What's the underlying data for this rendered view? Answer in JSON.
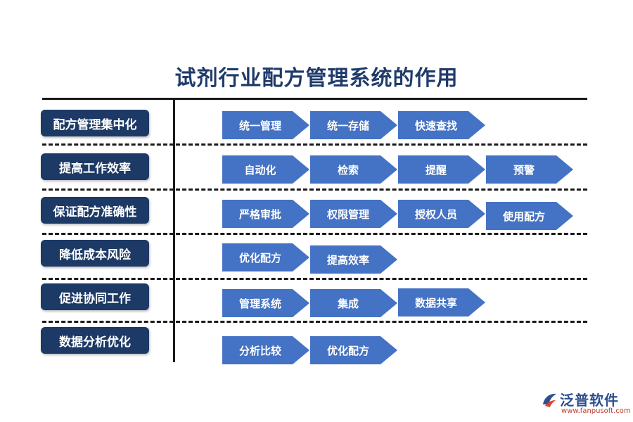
{
  "title": "试剂行业配方管理系统的作用",
  "rows": [
    {
      "label": "配方管理集中化",
      "items": [
        "统一管理",
        "统一存储",
        "快速查找"
      ]
    },
    {
      "label": "提高工作效率",
      "items": [
        "自动化",
        "检索",
        "提醒",
        "预警"
      ]
    },
    {
      "label": "保证配方准确性",
      "items": [
        "严格审批",
        "权限管理",
        "授权人员",
        "使用配方"
      ]
    },
    {
      "label": "降低成本风险",
      "items": [
        "优化配方",
        "提高效率"
      ]
    },
    {
      "label": "促进协同工作",
      "items": [
        "管理系统",
        "集成",
        "数据共享"
      ]
    },
    {
      "label": "数据分析优化",
      "items": [
        "分析比较",
        "优化配方"
      ]
    }
  ],
  "logo": {
    "name": "泛普软件",
    "url": "www.fanpusoft.com",
    "icon": "fanpu-logo-icon"
  },
  "colors": {
    "label_bg": "#1d3a66",
    "chevron_bg": "#4472c4",
    "title": "#1f3b6b"
  }
}
